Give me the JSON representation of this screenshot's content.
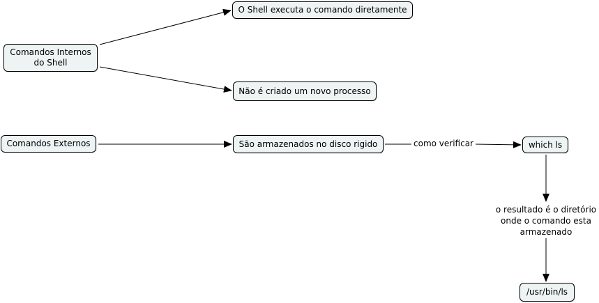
{
  "nodes": {
    "internos": {
      "label": "Comandos Internos do Shell"
    },
    "executa": {
      "label": "O Shell executa o comando diretamente"
    },
    "naocriado": {
      "label": "Não é criado um novo processo"
    },
    "externos": {
      "label": "Comandos Externos"
    },
    "disco": {
      "label": "São armazenados no disco rigido"
    },
    "which": {
      "label": "which ls"
    },
    "usr": {
      "label": "/usr/bin/ls"
    }
  },
  "links": {
    "verificar": {
      "label": "como verificar"
    },
    "resultado": {
      "label": "o resultado é o diretório onde o comando esta armazenado"
    }
  },
  "colors": {
    "node_fill": "#eef3f3",
    "node_border": "#000000",
    "edge": "#000000",
    "background": "#ffffff"
  }
}
